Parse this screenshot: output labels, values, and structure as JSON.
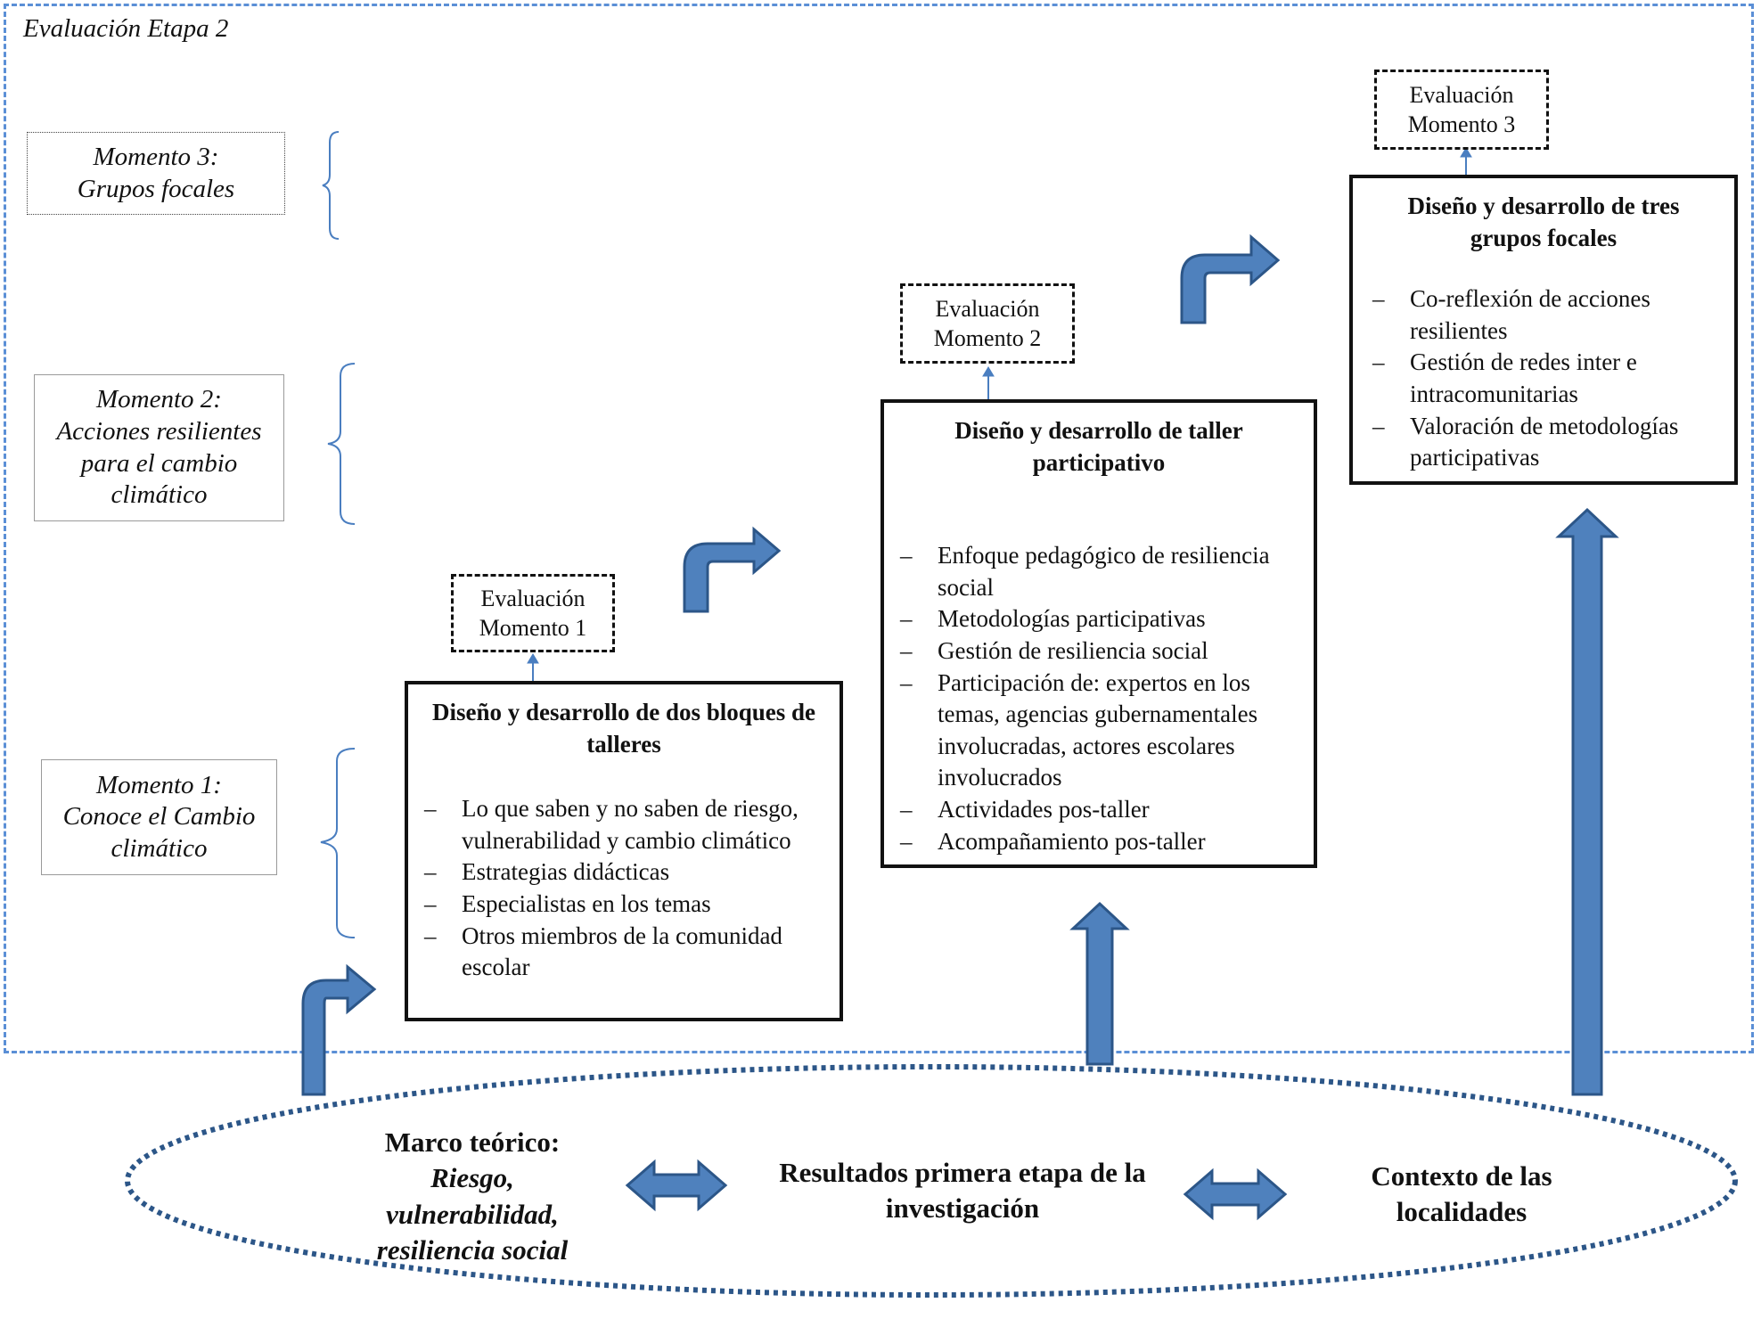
{
  "stage_label": "Evaluación Etapa 2",
  "moments": {
    "m3": "Momento 3:\nGrupos focales",
    "m2": "Momento 2:\nAcciones resilientes\npara el cambio\nclimático",
    "m1": "Momento 1:\nConoce el Cambio\nclimático"
  },
  "evaluations": {
    "e1": "Evaluación\nMomento 1",
    "e2": "Evaluación\nMomento 2",
    "e3": "Evaluación\nMomento 3"
  },
  "box1": {
    "title": "Diseño y desarrollo de dos bloques de talleres",
    "items": [
      "Lo que saben y no saben de riesgo, vulnerabilidad y cambio climático",
      "Estrategias didácticas",
      "Especialistas en los temas",
      "Otros miembros de la comunidad escolar"
    ]
  },
  "box2": {
    "title": "Diseño y desarrollo de taller participativo",
    "items": [
      "Enfoque pedagógico de resiliencia social",
      "Metodologías participativas",
      "Gestión de resiliencia social",
      "Participación de: expertos en los temas, agencias gubernamentales involucradas, actores escolares involucrados",
      "Actividades pos-taller",
      "Acompañamiento pos-taller"
    ]
  },
  "box3": {
    "title": "Diseño y desarrollo de tres grupos focales",
    "items": [
      "Co-reflexión de acciones resilientes",
      "Gestión de redes inter e intracomunitarias",
      "Valoración de metodologías participativas"
    ]
  },
  "foundation": {
    "marco_title": "Marco teórico:",
    "marco_terms": "Riesgo, vulnerabilidad, resiliencia social",
    "resultados": "Resultados primera etapa de la investigación",
    "contexto": "Contexto de las localidades"
  },
  "colors": {
    "arrow_fill": "#4f81bd",
    "arrow_stroke": "#2c5688",
    "frame_dash": "#5b8fd6",
    "bracket": "#4a7ec0"
  }
}
